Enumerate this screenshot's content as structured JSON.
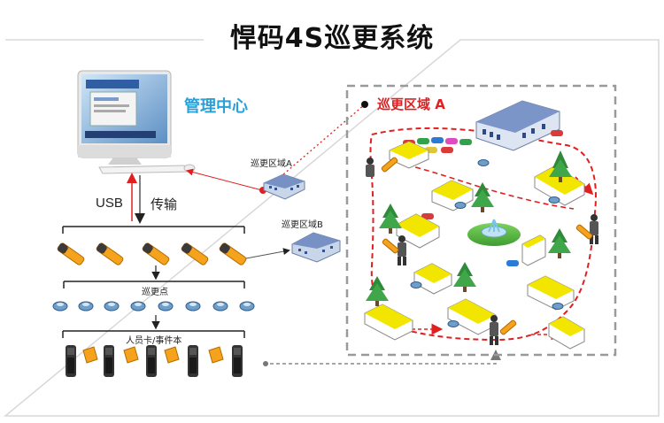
{
  "title": "悍码4S巡更系统",
  "center_label": "管理中心",
  "usb_label": "USB",
  "transfer_label": "传输",
  "zone_a_label": "巡更区域A",
  "zone_b_label": "巡更区域B",
  "zone_a_title": "巡更区域 A",
  "checkpoint_label": "巡更点",
  "card_label": "人员卡/事件本",
  "colors": {
    "accent": "#2aa0d8",
    "route": "#e02020",
    "frame": "#cccccc",
    "building_yellow": "#f2e600"
  }
}
